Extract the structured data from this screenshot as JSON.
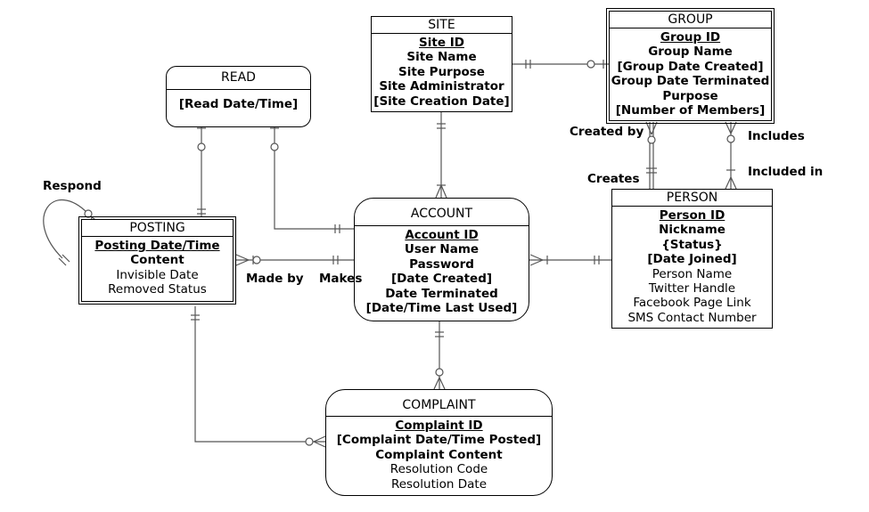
{
  "entities": {
    "site": {
      "title": "SITE",
      "attributes": [
        {
          "text": "Site ID",
          "bold": true,
          "key": true
        },
        {
          "text": "Site Name",
          "bold": true,
          "key": false
        },
        {
          "text": "Site Purpose",
          "bold": true,
          "key": false
        },
        {
          "text": "Site Administrator",
          "bold": true,
          "key": false
        },
        {
          "text": "[Site Creation Date]",
          "bold": true,
          "key": false
        }
      ]
    },
    "group": {
      "title": "GROUP",
      "attributes": [
        {
          "text": "Group ID",
          "bold": true,
          "key": true
        },
        {
          "text": "Group Name",
          "bold": true,
          "key": false
        },
        {
          "text": "[Group Date Created]",
          "bold": true,
          "key": false
        },
        {
          "text": "Group Date Terminated",
          "bold": true,
          "key": false
        },
        {
          "text": "Purpose",
          "bold": true,
          "key": false
        },
        {
          "text": "[Number of Members]",
          "bold": true,
          "key": false
        }
      ]
    },
    "read": {
      "title": "READ",
      "attributes": [
        {
          "text": "[Read Date/Time]",
          "bold": true,
          "key": false
        }
      ]
    },
    "posting": {
      "title": "POSTING",
      "attributes": [
        {
          "text": "Posting Date/Time",
          "bold": true,
          "key": true
        },
        {
          "text": "Content",
          "bold": true,
          "key": false
        },
        {
          "text": "Invisible Date",
          "bold": false,
          "key": false
        },
        {
          "text": "Removed Status",
          "bold": false,
          "key": false
        }
      ]
    },
    "account": {
      "title": "ACCOUNT",
      "attributes": [
        {
          "text": "Account ID",
          "bold": true,
          "key": true
        },
        {
          "text": "User Name",
          "bold": true,
          "key": false
        },
        {
          "text": "Password",
          "bold": true,
          "key": false
        },
        {
          "text": "[Date Created]",
          "bold": true,
          "key": false
        },
        {
          "text": "Date Terminated",
          "bold": true,
          "key": false
        },
        {
          "text": "[Date/Time Last Used]",
          "bold": true,
          "key": false
        }
      ]
    },
    "person": {
      "title": "PERSON",
      "attributes": [
        {
          "text": "Person ID",
          "bold": true,
          "key": true
        },
        {
          "text": "Nickname",
          "bold": true,
          "key": false
        },
        {
          "text": "{Status}",
          "bold": true,
          "key": false
        },
        {
          "text": "[Date Joined]",
          "bold": true,
          "key": false
        },
        {
          "text": "Person Name",
          "bold": false,
          "key": false
        },
        {
          "text": "Twitter Handle",
          "bold": false,
          "key": false
        },
        {
          "text": "Facebook Page Link",
          "bold": false,
          "key": false
        },
        {
          "text": "SMS Contact Number",
          "bold": false,
          "key": false
        }
      ]
    },
    "complaint": {
      "title": "COMPLAINT",
      "attributes": [
        {
          "text": "Complaint ID",
          "bold": true,
          "key": true
        },
        {
          "text": "[Complaint Date/Time Posted]",
          "bold": true,
          "key": false
        },
        {
          "text": "Complaint Content",
          "bold": true,
          "key": false
        },
        {
          "text": "Resolution Code",
          "bold": false,
          "key": false
        },
        {
          "text": "Resolution Date",
          "bold": false,
          "key": false
        }
      ]
    }
  },
  "relationship_labels": {
    "respond": "Respond",
    "made_by": "Made by",
    "makes": "Makes",
    "created_by": "Created by",
    "creates": "Creates",
    "includes": "Includes",
    "included_in": "Included in"
  }
}
